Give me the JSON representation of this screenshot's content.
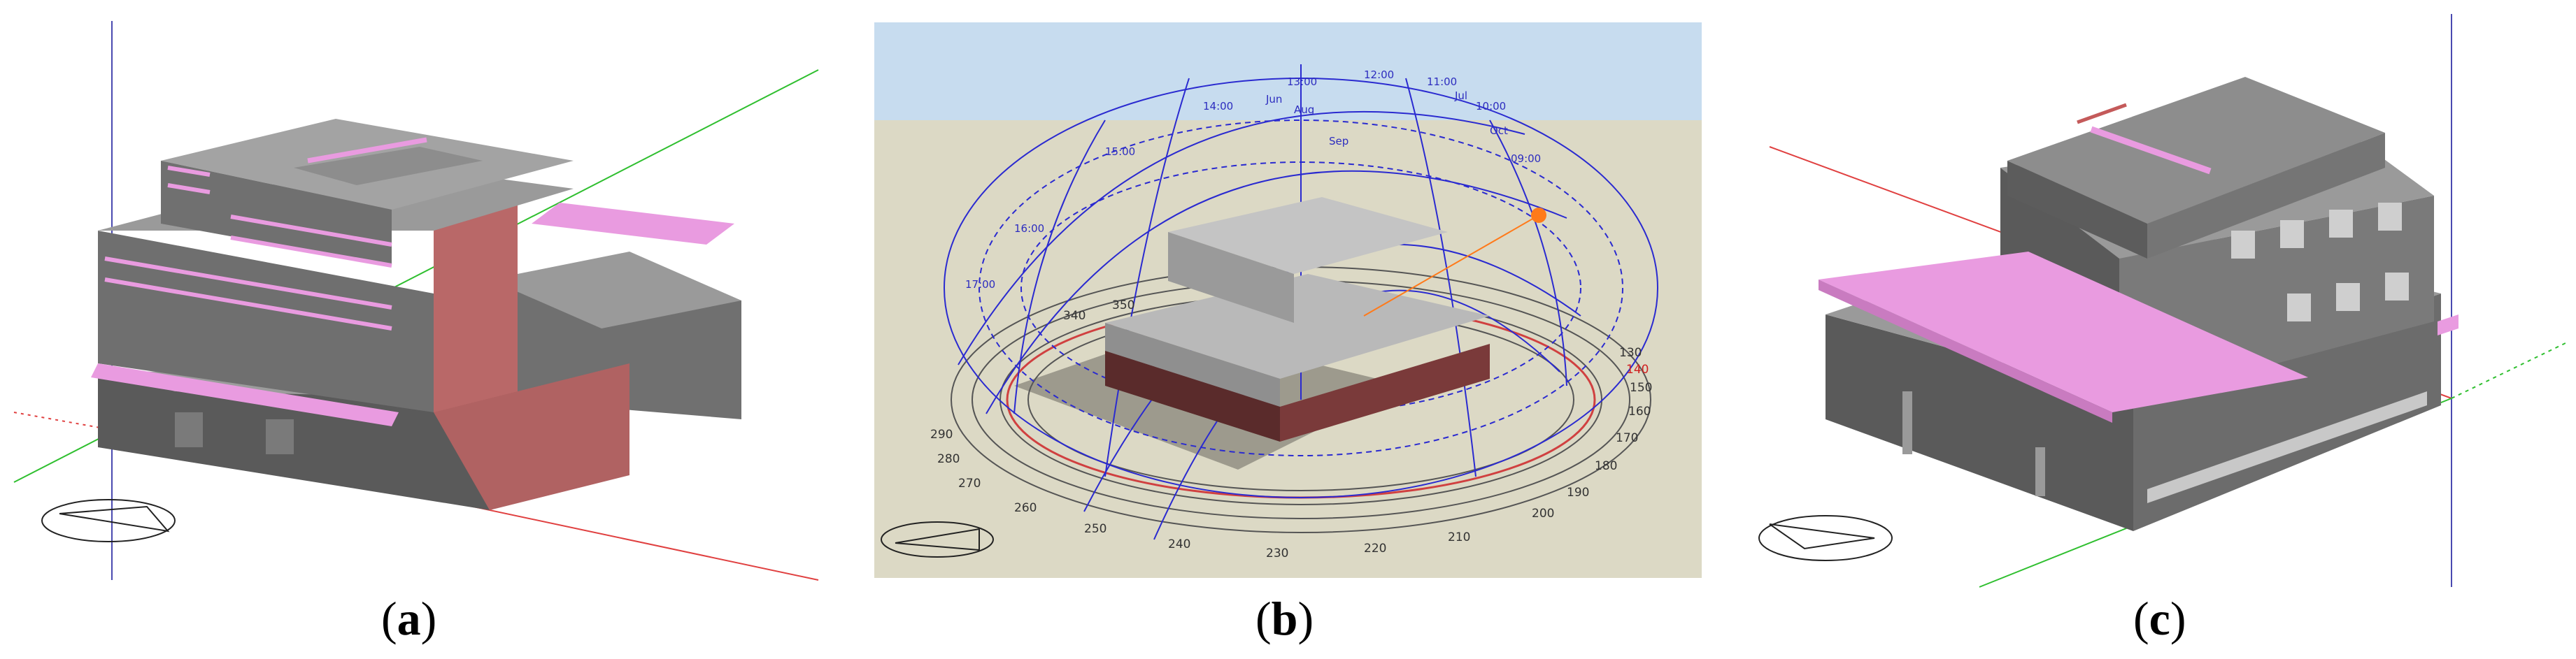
{
  "figure": {
    "captions": {
      "a": "a",
      "b": "b",
      "c": "c"
    },
    "caption_open": "(",
    "caption_close": ")"
  },
  "panel_b": {
    "azimuth_labels": [
      "130",
      "140",
      "150",
      "160",
      "170",
      "180",
      "190",
      "200",
      "210",
      "220",
      "230",
      "240",
      "250",
      "260",
      "270",
      "280",
      "290",
      "340",
      "350"
    ],
    "hour_labels": [
      "11:00",
      "12:00",
      "13:00",
      "10:00",
      "14:00",
      "09:00",
      "15:00",
      "16:00",
      "17:00"
    ],
    "month_labels": [
      "Jun",
      "Jul",
      "Aug",
      "Sep",
      "Oct"
    ],
    "highlight_azimuth": "140"
  },
  "colors": {
    "building_gray": "#8a8a8a",
    "building_dark": "#555555",
    "shade_pink": "#e99be0",
    "adjacent_red": "#b96868",
    "sky_blue": "#c7dcef",
    "ground_beige": "#dcd9c5",
    "sunpath_blue": "#2a2ad0",
    "sun_orange": "#ff7a1a"
  }
}
